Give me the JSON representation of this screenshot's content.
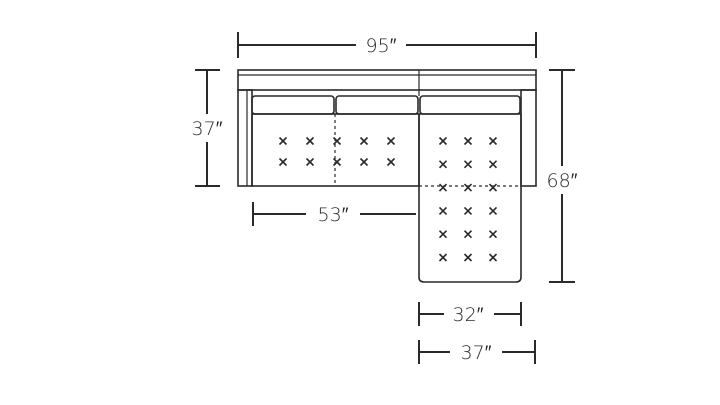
{
  "dimensions": {
    "overall_width": "95″",
    "left_depth": "37″",
    "right_depth": "68″",
    "sofa_seat_width": "53″",
    "chaise_inner_width": "32″",
    "chaise_outer_width": "37″"
  },
  "colors": {
    "line": "#2a2a2a",
    "background": "#ffffff"
  },
  "tufting": {
    "sofa_rows": 2,
    "sofa_cols": 5,
    "chaise_rows": 6,
    "chaise_cols": 3
  }
}
